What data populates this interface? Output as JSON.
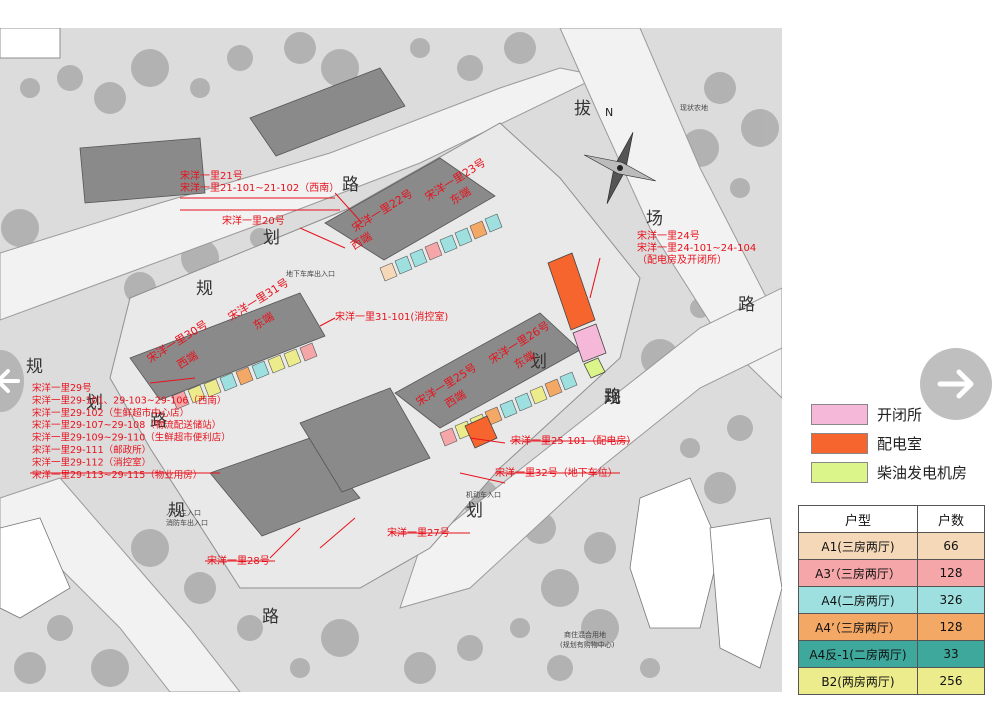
{
  "map": {
    "road_labels": [
      {
        "id": "road-top-1",
        "text": "规"
      },
      {
        "id": "road-top-2",
        "text": "划"
      },
      {
        "id": "road-top-3",
        "text": "路"
      },
      {
        "id": "road-left-1",
        "text": "规"
      },
      {
        "id": "road-left-2",
        "text": "划"
      },
      {
        "id": "road-left-3",
        "text": "路"
      },
      {
        "id": "road-right-1",
        "text": "拔"
      },
      {
        "id": "road-right-2",
        "text": "场"
      },
      {
        "id": "road-right-3",
        "text": "路"
      },
      {
        "id": "road-mid-1",
        "text": "规"
      },
      {
        "id": "road-mid-2",
        "text": "划"
      },
      {
        "id": "road-mid-3",
        "text": "路"
      },
      {
        "id": "road-bot-1",
        "text": "规"
      },
      {
        "id": "road-bot-2",
        "text": "划"
      },
      {
        "id": "road-bot-3",
        "text": "路"
      }
    ],
    "compass_label": "N",
    "annotations": [
      {
        "id": "a1",
        "lines": [
          "宋洋一里21号",
          "宋洋一里21-101~21-102（西南）"
        ]
      },
      {
        "id": "a2",
        "lines": [
          "宋洋一里22号"
        ]
      },
      {
        "id": "a3",
        "lines": [
          "西端"
        ]
      },
      {
        "id": "a4",
        "lines": [
          "宋洋一里23号"
        ]
      },
      {
        "id": "a5",
        "lines": [
          "东端"
        ]
      },
      {
        "id": "a6",
        "lines": [
          "宋洋一里20号"
        ]
      },
      {
        "id": "a7",
        "lines": [
          "宋洋一里24号",
          "宋洋一里24-101~24-104",
          "（配电房及开闭所）"
        ]
      },
      {
        "id": "a8",
        "lines": [
          "宋洋一里30号"
        ]
      },
      {
        "id": "a9",
        "lines": [
          "西端"
        ]
      },
      {
        "id": "a10",
        "lines": [
          "宋洋一里31号"
        ]
      },
      {
        "id": "a11",
        "lines": [
          "东端"
        ]
      },
      {
        "id": "a12",
        "lines": [
          "宋洋一里31-101(消控室)"
        ]
      },
      {
        "id": "a13",
        "lines": [
          "宋洋一里25号"
        ]
      },
      {
        "id": "a14",
        "lines": [
          "西端"
        ]
      },
      {
        "id": "a15",
        "lines": [
          "宋洋一里26号"
        ]
      },
      {
        "id": "a16",
        "lines": [
          "东端"
        ]
      },
      {
        "id": "a17",
        "lines": [
          "宋洋一里29号",
          "宋洋一里29-101、29-103~29-106（西南）",
          "宋洋一里29-102（生鲜超市中心店）",
          "宋洋一里29-107~29-108（物流配送储站）",
          "宋洋一里29-109~29-110（生鲜超市便利店）",
          "宋洋一里29-111（邮政所）",
          "宋洋一里29-112（消控室）",
          "宋洋一里29-113~29-115（物业用房）"
        ]
      },
      {
        "id": "a18",
        "lines": [
          "宋洋一里25-101（配电房）"
        ]
      },
      {
        "id": "a19",
        "lines": [
          "宋洋一里32号（地下车位）"
        ]
      },
      {
        "id": "a20",
        "lines": [
          "宋洋一里27号"
        ]
      },
      {
        "id": "a21",
        "lines": [
          "宋洋一里28号"
        ]
      }
    ],
    "small_labels": [
      {
        "id": "s1",
        "text": "地下车库出入口"
      },
      {
        "id": "s2",
        "text": "人行主入口"
      },
      {
        "id": "s3",
        "text": "消防车出入口"
      },
      {
        "id": "s4",
        "text": "机动车入口"
      },
      {
        "id": "s5",
        "text": "商住混合用地"
      },
      {
        "id": "s6",
        "text": "(规划有购物中心)"
      },
      {
        "id": "s7",
        "text": "现状农地"
      }
    ]
  },
  "legend": {
    "items": [
      {
        "label": "开闭所",
        "color": "#f6b8d8"
      },
      {
        "label": "配电室",
        "color": "#f6652e"
      },
      {
        "label": "柴油发电机房",
        "color": "#dcf58a"
      }
    ]
  },
  "unit_table": {
    "headers": [
      "户型",
      "户数"
    ],
    "rows": [
      {
        "type": "A1(三房两厅)",
        "count": "66",
        "color": "#f4d8b8"
      },
      {
        "type": "A3’（三房两厅）",
        "count": "128",
        "color": "#f4a6a8"
      },
      {
        "type": "A4(二房两厅)",
        "count": "326",
        "color": "#9ee0e0"
      },
      {
        "type": "A4’（三房两厅）",
        "count": "128",
        "color": "#f4a866"
      },
      {
        "type": "A4反-1(二房两厅)",
        "count": "33",
        "color": "#3ea89c"
      },
      {
        "type": "B2(两房两厅)",
        "count": "256",
        "color": "#ecec8c"
      }
    ]
  },
  "colors": {
    "annotation_red": "#e8111b",
    "unit_a1": "#f4d8b8",
    "unit_a3": "#f4a6a8",
    "unit_a4": "#9ee0e0",
    "unit_a4p": "#f4a866",
    "unit_b2": "#ecec8c"
  }
}
